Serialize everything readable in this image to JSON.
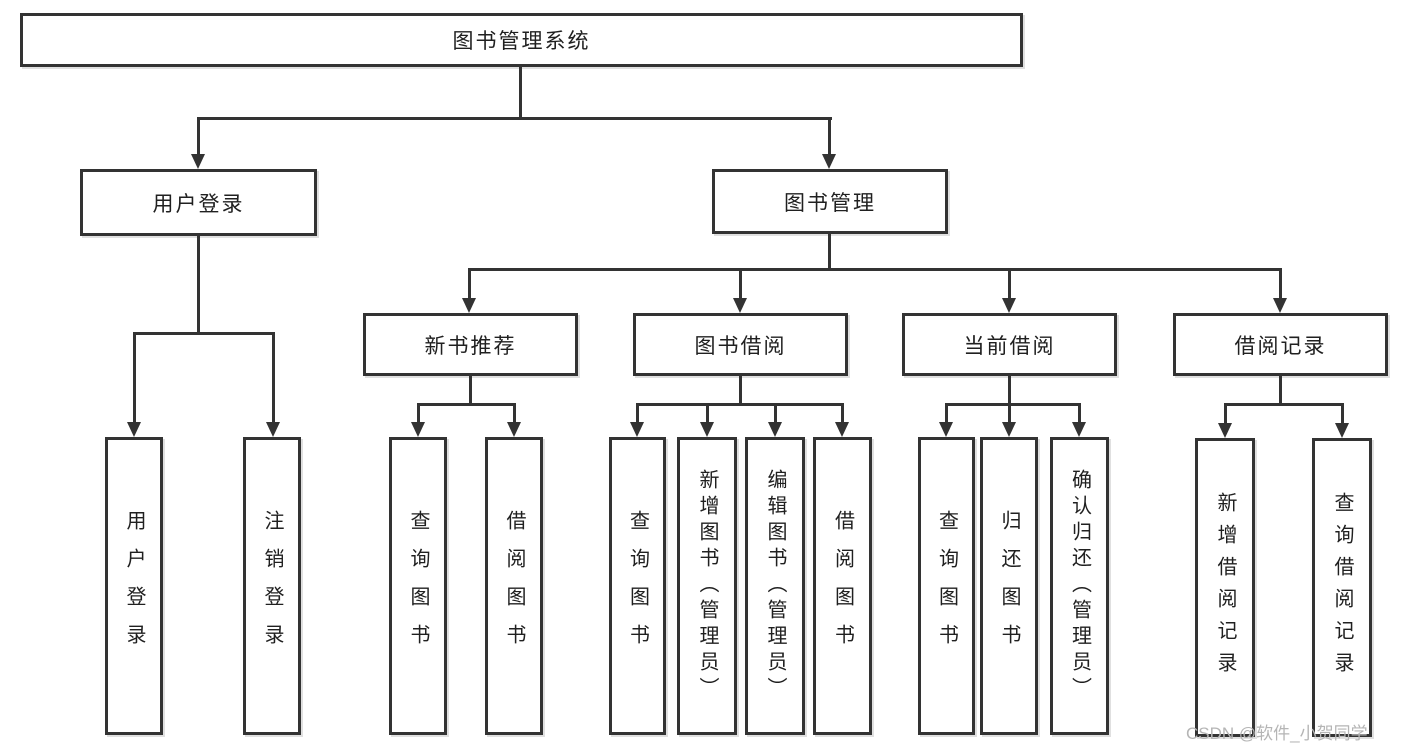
{
  "diagram": {
    "title": "图书管理系统",
    "level2": {
      "user_login": "用户登录",
      "book_mgmt": "图书管理"
    },
    "level3": {
      "new_book": "新书推荐",
      "book_borrow": "图书借阅",
      "current_borrow": "当前借阅",
      "borrow_record": "借阅记录"
    },
    "leaves": {
      "user_login": "用户登录",
      "logout": "注销登录",
      "nb_query": "查询图书",
      "nb_borrow": "借阅图书",
      "bb_query": "查询图书",
      "bb_add": "新增图书（管理员）",
      "bb_edit": "编辑图书（管理员）",
      "bb_borrow": "借阅图书",
      "cb_query": "查询图书",
      "cb_return": "归还图书",
      "cb_confirm": "确认归还（管理员）",
      "br_add": "新增借阅记录",
      "br_query": "查询借阅记录"
    }
  },
  "watermark": "CSDN @软件_小贺同学",
  "colors": {
    "line": "#333333",
    "text": "#202020",
    "watermark": "#b5b5b5",
    "background": "#ffffff"
  }
}
